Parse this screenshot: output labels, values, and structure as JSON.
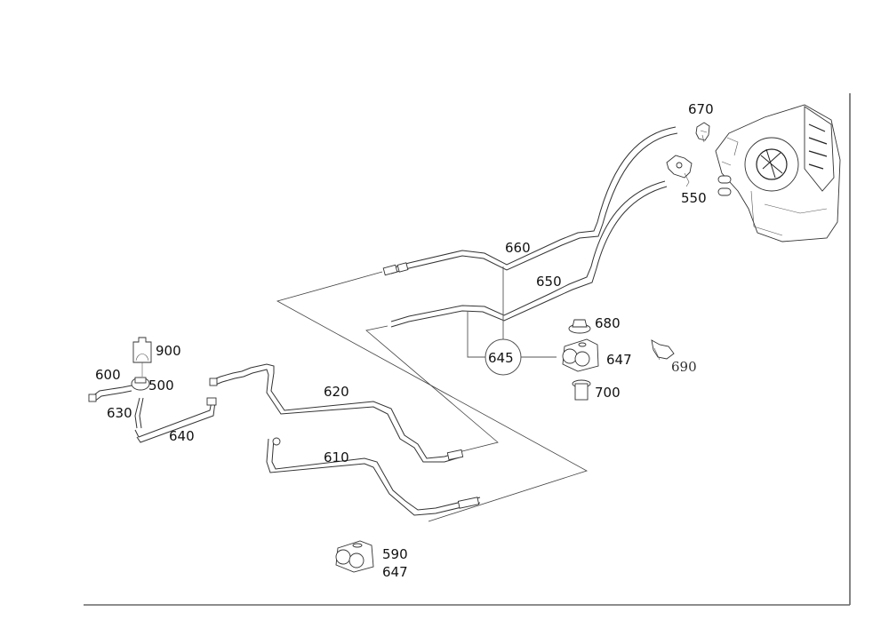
{
  "diagram": {
    "type": "exploded-parts-diagram",
    "subject": "coolant / heater hose assembly",
    "callouts": {
      "c670": "670",
      "c550": "550",
      "c660": "660",
      "c650": "650",
      "c680": "680",
      "c645": "645",
      "c647a": "647",
      "c690": "690",
      "c700": "700",
      "c900": "900",
      "c600": "600",
      "c500": "500",
      "c630": "630",
      "c640": "640",
      "c620": "620",
      "c610": "610",
      "c590": "590",
      "c647b": "647"
    }
  }
}
